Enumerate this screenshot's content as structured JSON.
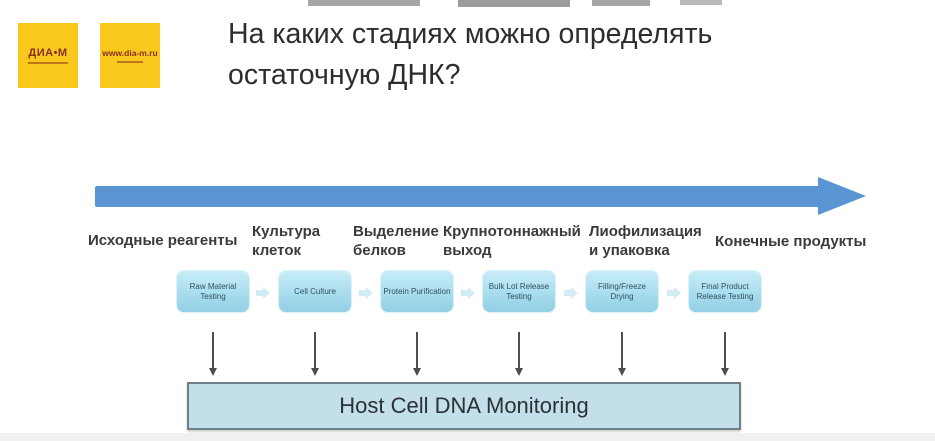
{
  "slide": {
    "title_line1": "На каких стадиях можно определять",
    "title_line2": "остаточную ДНК?"
  },
  "logos": [
    {
      "text": "ДИА•М"
    },
    {
      "text": "www.dia-m.ru"
    }
  ],
  "pipeline": {
    "stages": [
      {
        "label_ru": "Исходные реагенты",
        "box_en": "Raw Material Testing"
      },
      {
        "label_ru": "Культура клеток",
        "box_en": "Cell Culture"
      },
      {
        "label_ru": "Выделение белков",
        "box_en": "Protein Purification"
      },
      {
        "label_ru": "Крупнотоннажный выход",
        "box_en": "Bulk Lot Release Testing"
      },
      {
        "label_ru": "Лиофилизация и упаковка",
        "box_en": "Filling/Freeze Drying"
      },
      {
        "label_ru": "Конечные продукты",
        "box_en": "Final Product Release Testing"
      }
    ],
    "monitor_box": "Host Cell DNA Monitoring"
  },
  "colors": {
    "arrow_blue": "#5b94d2",
    "stage_box_fill": "#a8ddee",
    "monitor_box_fill": "#c2dfea",
    "logo_yellow": "#f8c81c",
    "logo_text": "#8a2f20"
  }
}
